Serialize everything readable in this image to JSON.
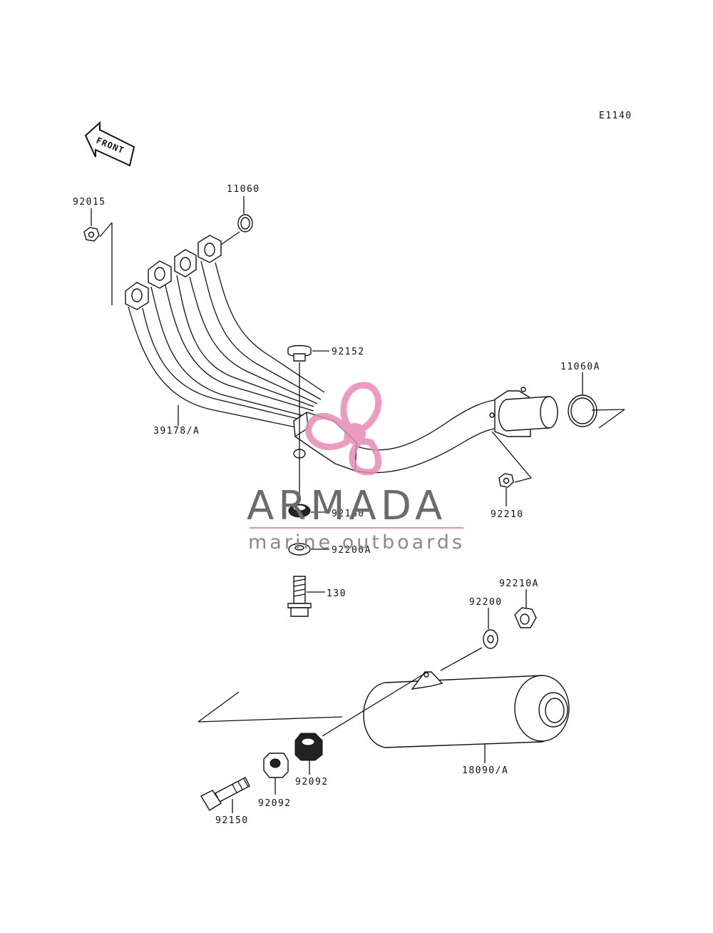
{
  "diagram_code": "E1140",
  "front_label": "FRONT",
  "watermark": {
    "title": "ARMADA",
    "subtitle": "marine outboards",
    "accent_color": "#e88ab4",
    "text_color": "#6b6b6b"
  },
  "parts": {
    "p92015": "92015",
    "p11060": "11060",
    "p92152": "92152",
    "p11060A": "11060A",
    "p39178A": "39178/A",
    "p92160": "92160",
    "p92210": "92210",
    "p92200A": "92200A",
    "p130": "130",
    "p92210A": "92210A",
    "p92200": "92200",
    "p18090A": "18090/A",
    "p92092a": "92092",
    "p92092b": "92092",
    "p92150": "92150"
  }
}
